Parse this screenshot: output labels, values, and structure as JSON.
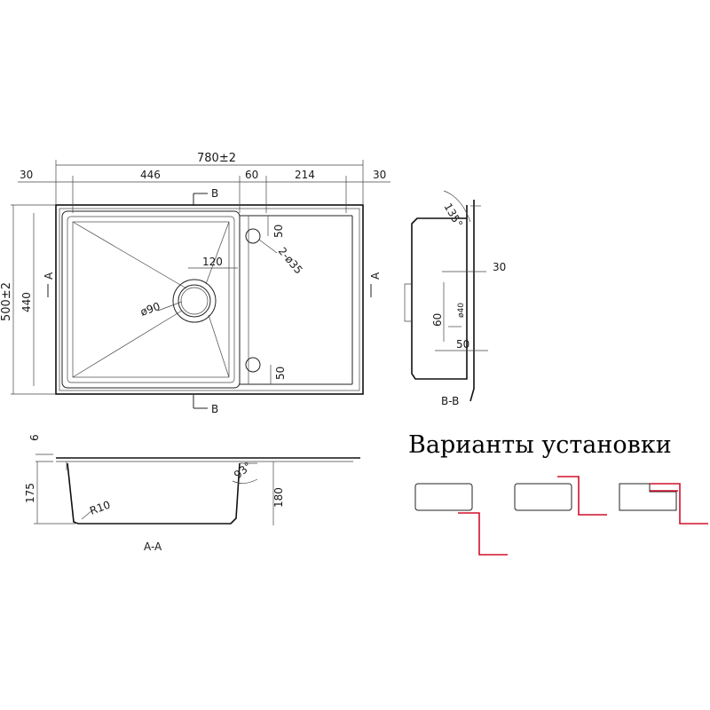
{
  "title": "Варианты установки",
  "top_view": {
    "overall_width": "780±2",
    "overall_depth": "500±2",
    "inner_depth": "440",
    "dim_left_margin": "30",
    "dim_bowl_width": "446",
    "dim_gap": "60",
    "dim_drainer": "214",
    "dim_right_margin": "30",
    "dim_hole_offset": "120",
    "dim_drain_diameter": "ø90",
    "dim_holes": "2-ø35",
    "dim_hole_top": "50",
    "dim_hole_bottom": "50",
    "section_a": "A",
    "section_b": "B"
  },
  "section_aa": {
    "label": "A-A",
    "dim_rim": "6",
    "dim_depth": "175",
    "dim_depth_right": "180",
    "dim_radius": "R10",
    "dim_angle": "93°"
  },
  "section_bb": {
    "label": "B-B",
    "dim_angle": "135°",
    "dim_depth": "30",
    "dim_height": "60",
    "dim_small": "50",
    "dim_dia": "ø40"
  }
}
